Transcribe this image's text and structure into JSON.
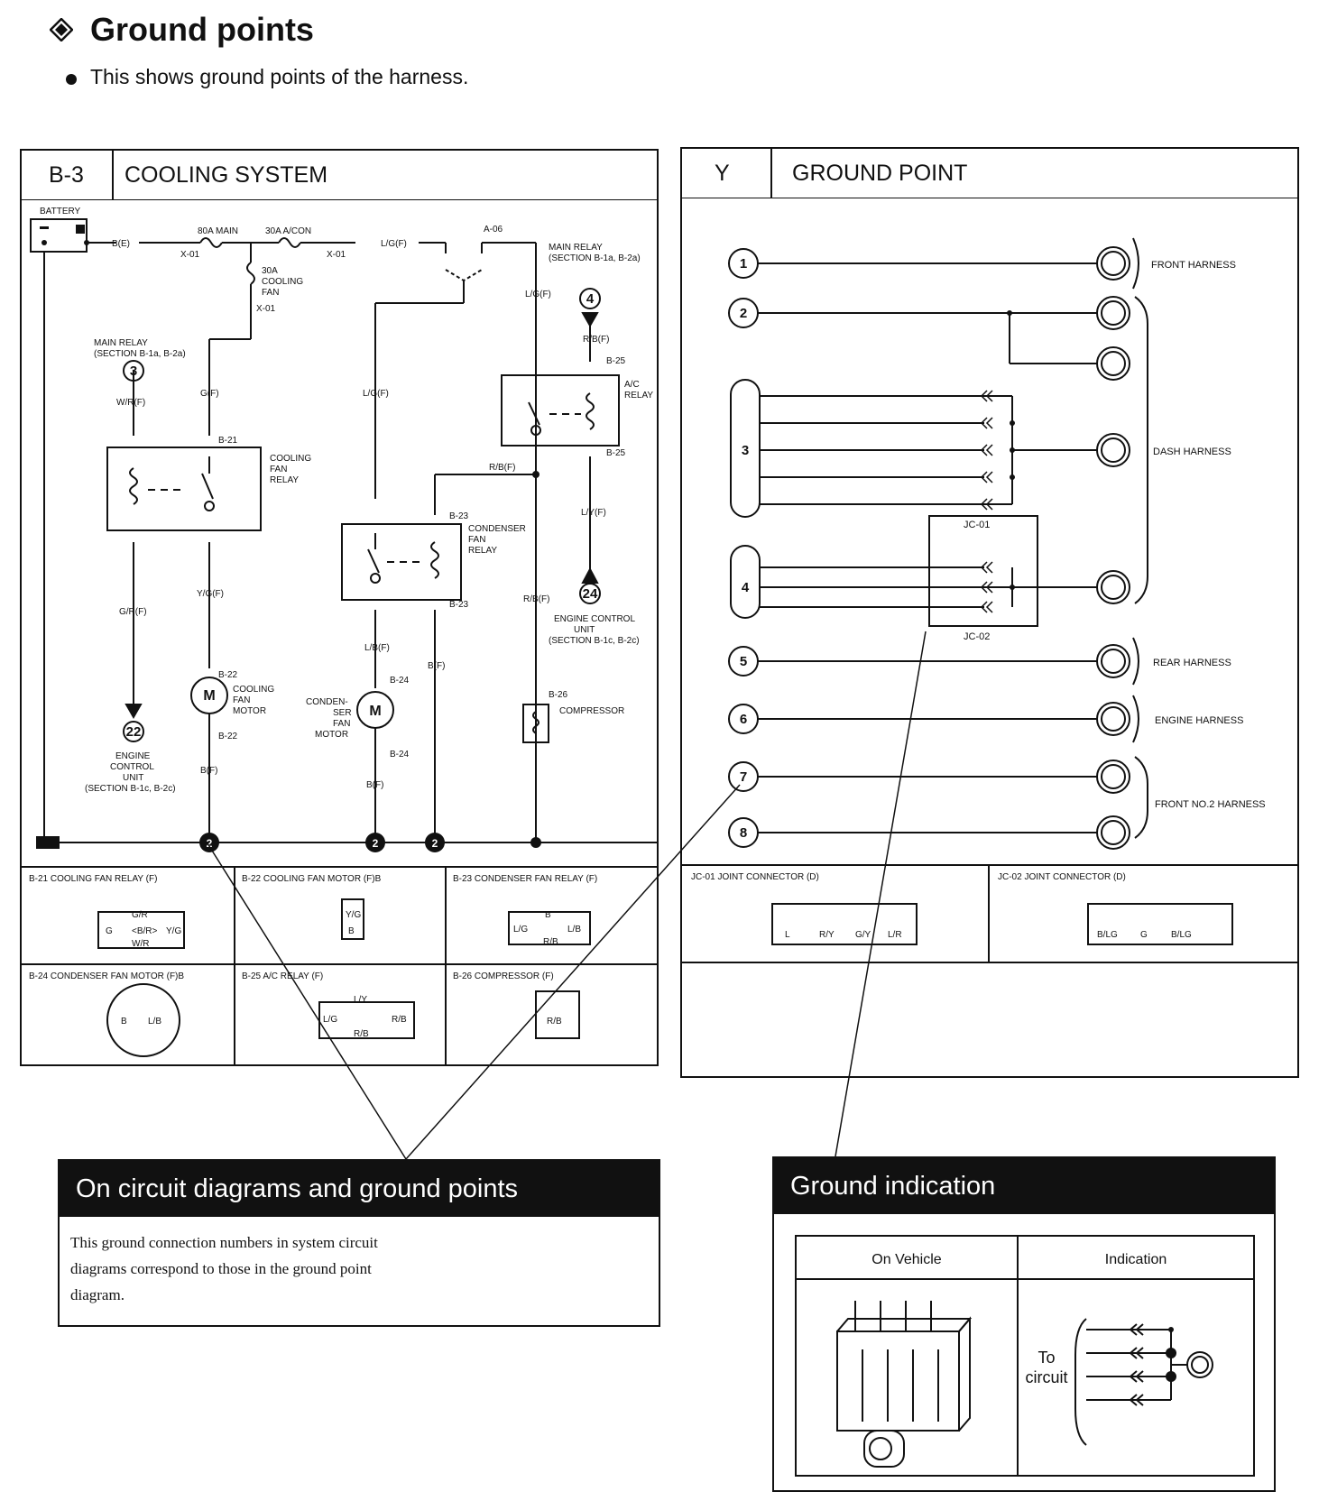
{
  "header": {
    "title": "Ground points",
    "subtitle": "This shows ground points of the harness."
  },
  "left_panel": {
    "code": "B-3",
    "title": "COOLING SYSTEM",
    "labels": {
      "battery": "BATTERY",
      "b_e": "B(E)",
      "fuse_main": "80A MAIN",
      "fuse_acon": "30A A/CON",
      "x01a": "X-01",
      "x01b": "X-01",
      "x01c": "X-01",
      "lg_f": "L/G(F)",
      "a06": "A-06",
      "fuse_cool_1": "30A",
      "fuse_cool_2": "COOLING",
      "fuse_cool_3": "FAN",
      "main_relay_l1": "MAIN RELAY",
      "main_relay_l2": "(SECTION B-1a, B-2a)",
      "main_relay_r1": "MAIN RELAY",
      "main_relay_r2": "(SECTION B-1a, B-2a)",
      "n3": "3",
      "n4": "4",
      "wr_f": "W/R(F)",
      "g_f": "G(F)",
      "lg_f2": "L/G(F)",
      "lg_f3": "L/G(F)",
      "rb_f": "R/B(F)",
      "b25a": "B-25",
      "b25b": "B-25",
      "ac_relay_1": "A/C",
      "ac_relay_2": "RELAY",
      "b21": "B-21",
      "cfr_1": "COOLING",
      "cfr_2": "FAN",
      "cfr_3": "RELAY",
      "rb_f2": "R/B(F)",
      "ly_f": "L/Y(F)",
      "b23a": "B-23",
      "b23b": "B-23",
      "cdr_1": "CONDENSER",
      "cdr_2": "FAN",
      "cdr_3": "RELAY",
      "yg_f": "Y/G(F)",
      "gr_f": "G/R(F)",
      "rb_f3": "R/B(F)",
      "n24": "24",
      "ecu_r1": "ENGINE CONTROL",
      "ecu_r2": "UNIT",
      "ecu_r3": "(SECTION B-1c, B-2c)",
      "lb_f": "L/B(F)",
      "b_f1": "B(F)",
      "b22a": "B-22",
      "b22b": "B-22",
      "cfm_1": "COOLING",
      "cfm_2": "FAN",
      "cfm_3": "MOTOR",
      "b24a": "B-24",
      "b24b": "B-24",
      "cdm_1": "CONDEN-",
      "cdm_2": "SER",
      "cdm_3": "FAN",
      "cdm_4": "MOTOR",
      "b26": "B-26",
      "compressor": "COMPRESSOR",
      "n22": "22",
      "ecu_l1": "ENGINE",
      "ecu_l2": "CONTROL",
      "ecu_l3": "UNIT",
      "ecu_l4": "(SECTION B-1c, B-2c)",
      "b_f2": "B(F)",
      "b_f3": "B(F)",
      "gnd": "2"
    },
    "connectors": [
      {
        "title": "B-21 COOLING FAN RELAY (F)",
        "pins": [
          "G/R",
          "G",
          "<B/R>",
          "Y/G",
          "W/R"
        ]
      },
      {
        "title": "B-22 COOLING FAN MOTOR (F)B",
        "pins": [
          "Y/G",
          "B"
        ]
      },
      {
        "title": "B-23 CONDENSER FAN RELAY (F)",
        "pins": [
          "B",
          "L/G",
          "L/B",
          "R/B"
        ]
      },
      {
        "title": "B-24 CONDENSER FAN MOTOR (F)B",
        "pins": [
          "B",
          "L/B"
        ]
      },
      {
        "title": "B-25 A/C RELAY (F)",
        "pins": [
          "L/Y",
          "L/G",
          "R/B",
          "R/B"
        ]
      },
      {
        "title": "B-26 COMPRESSOR (F)",
        "pins": [
          "R/B"
        ]
      }
    ]
  },
  "right_panel": {
    "code": "Y",
    "title": "GROUND POINT",
    "numbers": [
      "1",
      "2",
      "3",
      "4",
      "5",
      "6",
      "7",
      "8"
    ],
    "harness": [
      "FRONT HARNESS",
      "DASH HARNESS",
      "REAR HARNESS",
      "ENGINE HARNESS",
      "FRONT NO.2 HARNESS"
    ],
    "jc01": "JC-01",
    "jc02": "JC-02",
    "connectors": [
      {
        "title": "JC-01 JOINT CONNECTOR (D)",
        "pins": [
          "L",
          "R/Y",
          "G/Y",
          "L/R"
        ]
      },
      {
        "title": "JC-02 JOINT CONNECTOR (D)",
        "pins": [
          "B/LG",
          "G",
          "B/LG"
        ]
      }
    ]
  },
  "callout_left": {
    "title": "On circuit diagrams and ground points",
    "line1": "This ground connection numbers in system circuit",
    "line2": "diagrams correspond to those in the ground point",
    "line3": "diagram."
  },
  "callout_right": {
    "title": "Ground indication",
    "col1": "On Vehicle",
    "col2": "Indication",
    "to": "To",
    "circuit": "circuit"
  }
}
